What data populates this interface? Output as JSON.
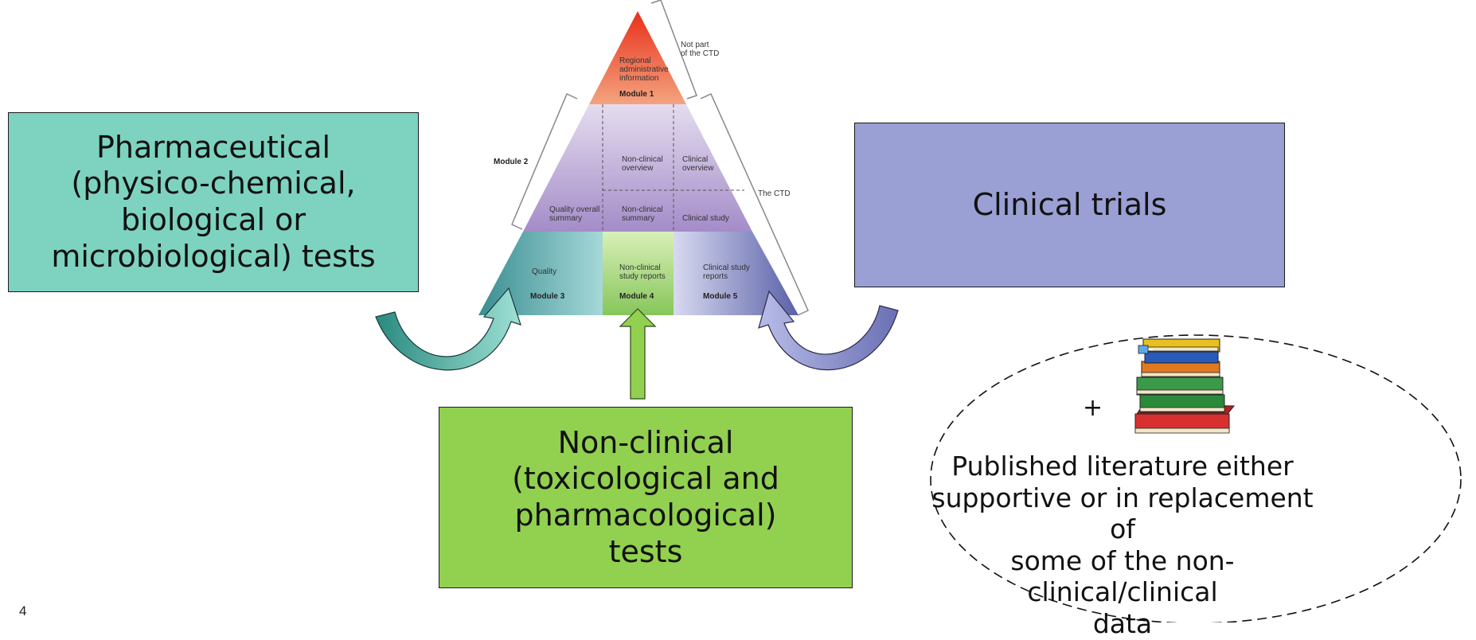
{
  "boxes": {
    "pharmaceutical": "Pharmaceutical\n(physico-chemical,\nbiological or\nmicrobiological) tests",
    "clinical": "Clinical trials",
    "non_clinical": "Non-clinical\n(toxicological and\npharmacological)\ntests"
  },
  "literature": {
    "plus": "+",
    "text": "Published literature either\nsupportive or in replacement of\nsome of the non-clinical/clinical\ndata"
  },
  "pyramid": {
    "not_part": [
      "Not part",
      "of the CTD"
    ],
    "module1": [
      "Regional",
      "administrative",
      "information"
    ],
    "module1_label": "Module 1",
    "module2_label": "Module 2",
    "the_ctd": "The CTD",
    "nonclinical_overview": [
      "Non-clinical",
      "overview"
    ],
    "clinical_overview": [
      "Clinical",
      "overview"
    ],
    "quality_overall_summary": [
      "Quality overall",
      "summary"
    ],
    "nonclinical_summary": [
      "Non-clinical",
      "summary"
    ],
    "clinical_study": "Clinical study",
    "quality": "Quality",
    "nonclinical_study_reports": [
      "Non-clinical",
      "study reports"
    ],
    "clinical_study_reports": [
      "Clinical study",
      "reports"
    ],
    "module3_label": "Module 3",
    "module4_label": "Module 4",
    "module5_label": "Module 5"
  },
  "page_number": "4",
  "colors": {
    "pharma": "#7dd3c0",
    "clinical": "#9a9fd4",
    "non_clinical": "#92d050",
    "module1": "#ee5a3a"
  }
}
